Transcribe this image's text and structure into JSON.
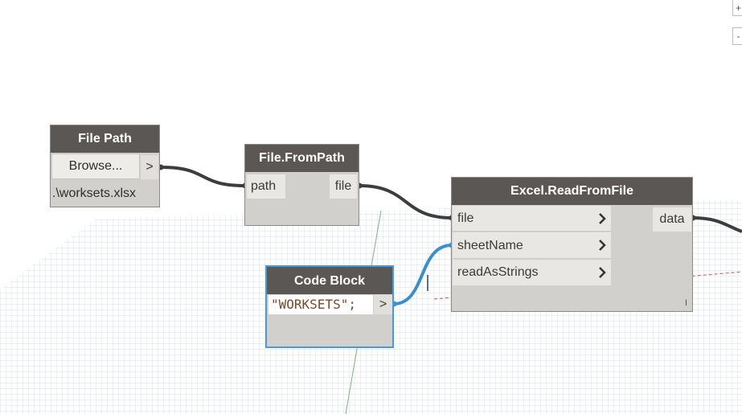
{
  "nodes": {
    "file_path": {
      "title": "File Path",
      "browse_label": "Browse...",
      "output_arrow": ">",
      "value": ".\\worksets.xlsx"
    },
    "file_from_path": {
      "title": "File.FromPath",
      "input_label": "path",
      "output_label": "file"
    },
    "excel_read": {
      "title": "Excel.ReadFromFile",
      "inputs": [
        "file",
        "sheetName",
        "readAsStrings"
      ],
      "output_label": "data",
      "lacing_marker": "I"
    },
    "code_block": {
      "title": "Code Block",
      "code": "\"WORKSETS\";",
      "output_arrow": ">"
    }
  },
  "zoom_controls": {
    "zoom_in_glyph": "+",
    "zoom_out_glyph": "-"
  },
  "colors": {
    "node_header": "#5a5754",
    "node_body": "#d2d0cc",
    "port_bg": "#e9e7e3",
    "wire": "#3d3d3d",
    "selected_wire": "#3b8fcf",
    "code_text": "#7a4a2a",
    "grid": "#c8dbe2"
  }
}
